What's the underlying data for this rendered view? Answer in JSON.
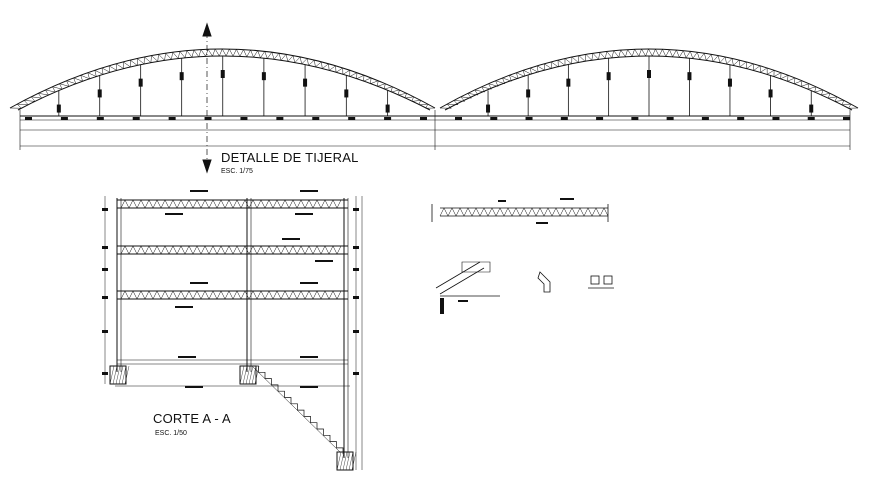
{
  "truss_detail": {
    "title": "DETALLE DE TIJERAL",
    "scale": "ESC. 1/75"
  },
  "section": {
    "title": "CORTE A - A",
    "scale": "ESC. 1/50"
  },
  "colors": {
    "line": "#111111",
    "background": "#ffffff"
  }
}
